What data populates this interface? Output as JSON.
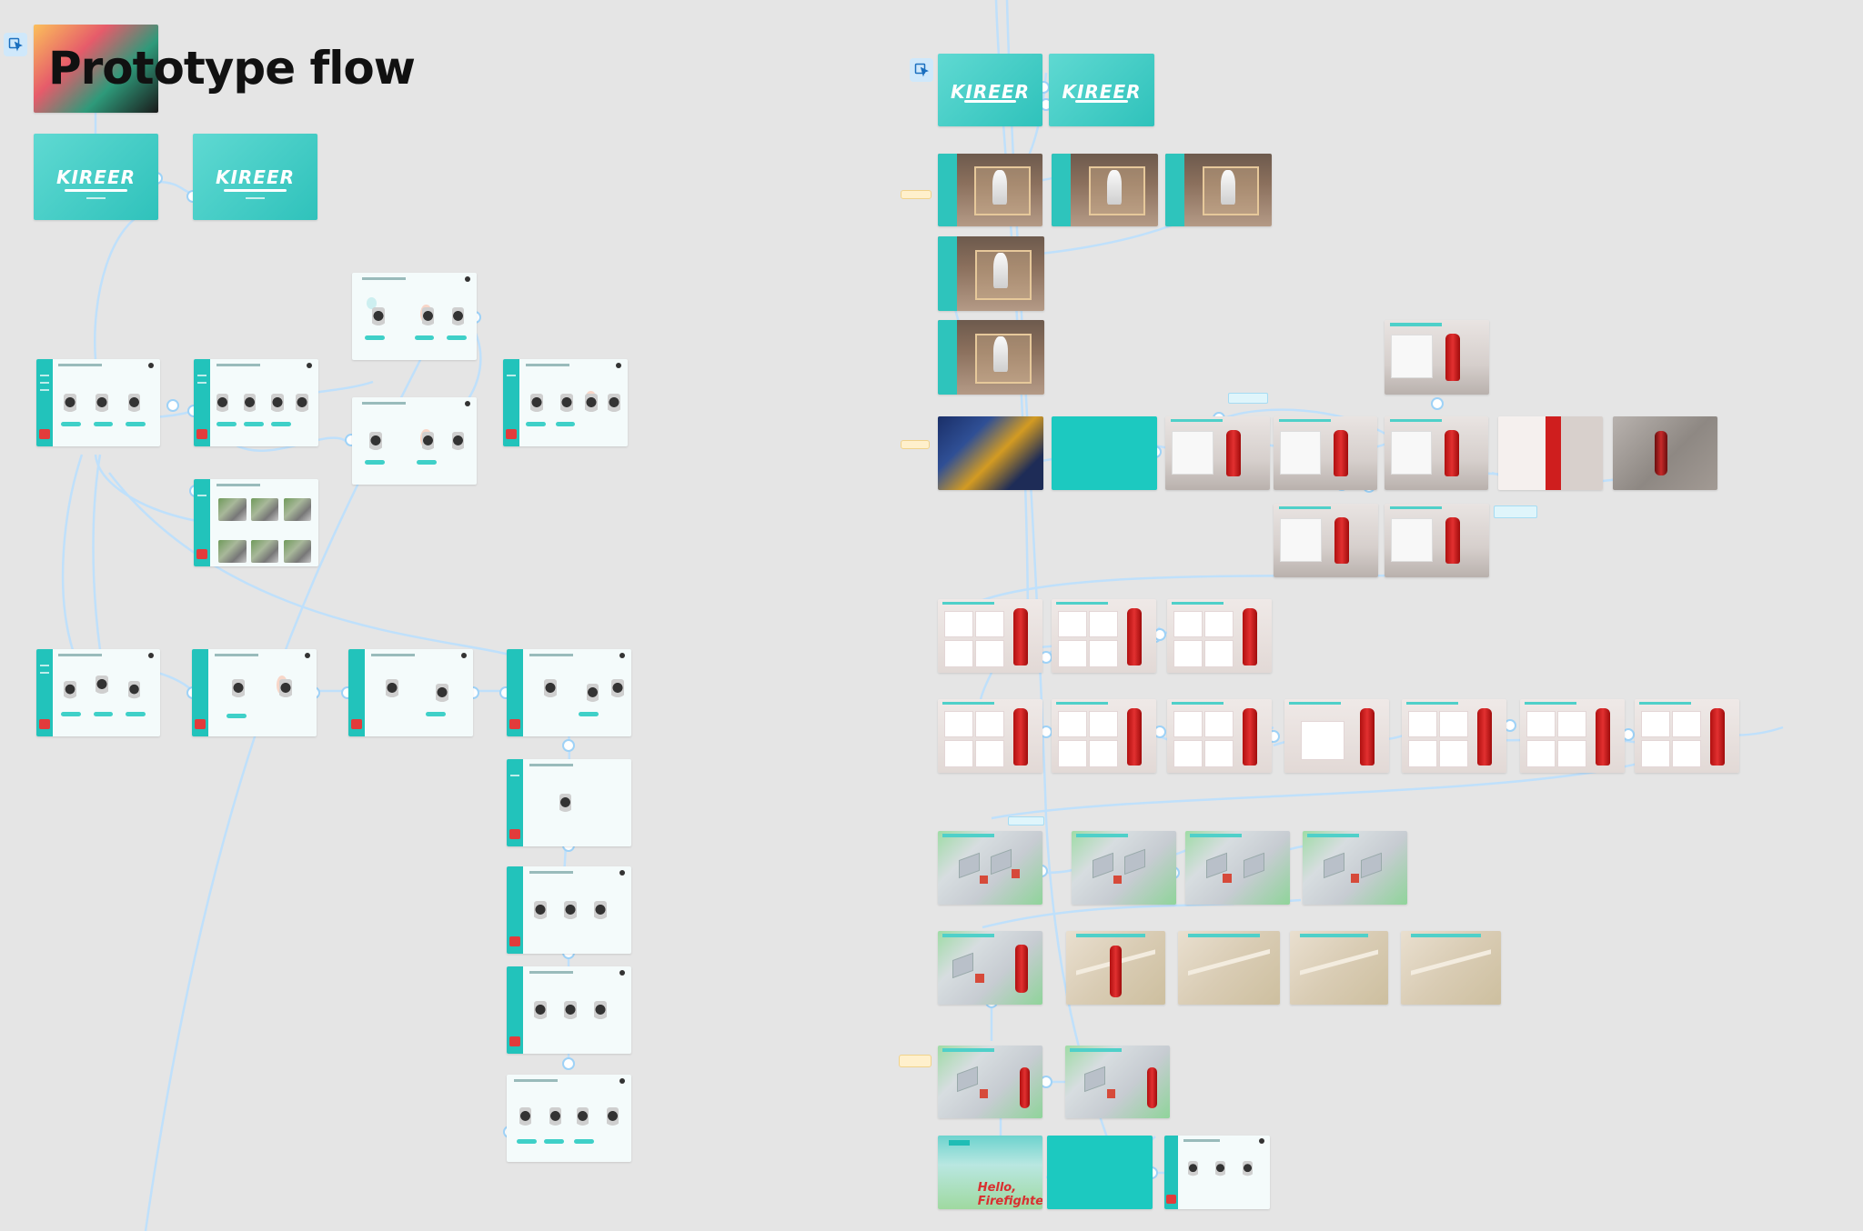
{
  "canvas": {
    "title": "Prototype flow",
    "background": "#e5e5e5",
    "connector_color": "#bfe0fb",
    "accent": "#22c3bb"
  },
  "icons": {
    "flow_start": "prototype-flow-start-icon"
  },
  "splash": {
    "logo_text": "KIREER"
  },
  "screens": {
    "hello_text": "Hello, Firefighter!"
  }
}
